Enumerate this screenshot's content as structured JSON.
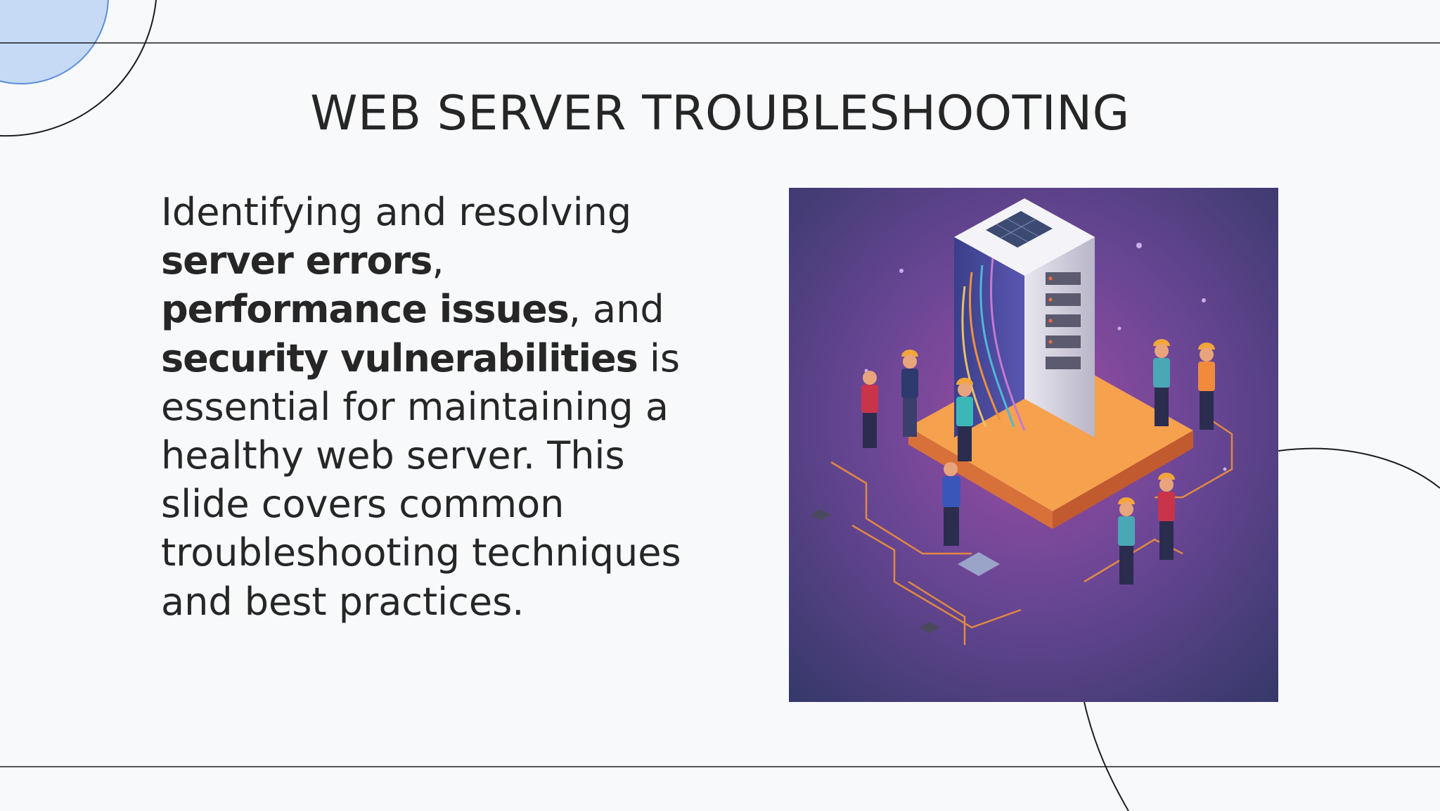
{
  "slide": {
    "title": "WEB SERVER TROUBLESHOOTING",
    "body": {
      "p1": "Identifying and resolving",
      "b1": "server errors",
      "p2": ", ",
      "b2": "performance issues",
      "p3": ", and ",
      "b3": "security vulnerabilities",
      "p4": " is essential for maintaining a healthy web server. This slide covers common troubleshooting techniques and best practices."
    },
    "illustration": {
      "icon": "isometric-server-technicians-illustration"
    }
  },
  "colors": {
    "background": "#f7f9fb",
    "text": "#262626",
    "accent_circle": "#c6daf5",
    "accent_circle_stroke": "#5b8fd9",
    "line": "#1e1e1e",
    "illustration_bg": "#3d3f7a",
    "illustration_glow": "#a04da3",
    "platform": "#f08a3c"
  }
}
